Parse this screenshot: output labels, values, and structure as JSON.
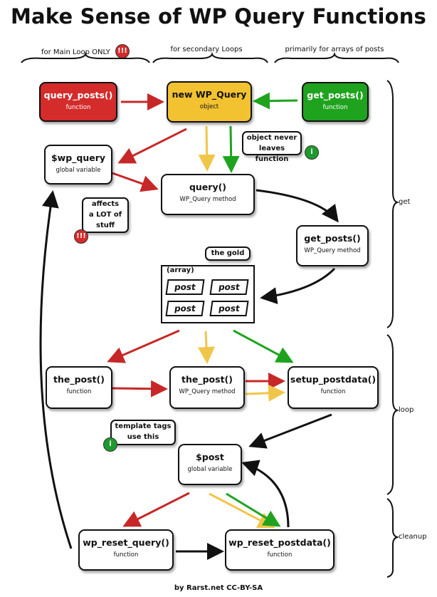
{
  "title": "Make Sense of WP Query Functions",
  "columns": {
    "main_loop": "for Main Loop ONLY",
    "secondary": "for secondary Loops",
    "arrays": "primarily for arrays of posts"
  },
  "badges": {
    "warning": "!!!",
    "info": "i"
  },
  "nodes": {
    "query_posts": {
      "title": "query_posts()",
      "sub": "function"
    },
    "new_wp_query": {
      "title": "new WP_Query",
      "sub": "object"
    },
    "get_posts_fn": {
      "title": "get_posts()",
      "sub": "function"
    },
    "wp_query_var": {
      "title": "$wp_query",
      "sub": "global variable"
    },
    "query_method": {
      "title": "query()",
      "sub": "WP_Query method"
    },
    "get_posts_method": {
      "title": "get_posts()",
      "sub": "WP_Query method"
    },
    "the_post_fn": {
      "title": "the_post()",
      "sub": "function"
    },
    "the_post_method": {
      "title": "the_post()",
      "sub": "WP_Query method"
    },
    "setup_postdata": {
      "title": "setup_postdata()",
      "sub": "function"
    },
    "post_var": {
      "title": "$post",
      "sub": "global variable"
    },
    "wp_reset_query": {
      "title": "wp_reset_query()",
      "sub": "function"
    },
    "wp_reset_postdata": {
      "title": "wp_reset_postdata()",
      "sub": "function"
    }
  },
  "notes": {
    "object_never": [
      "object never",
      "leaves function"
    ],
    "affects": [
      "affects",
      "a LOT of",
      "stuff"
    ],
    "gold": "the gold",
    "template_tags": [
      "template tags",
      "use this"
    ]
  },
  "array": {
    "label": "(array)",
    "items": [
      "post",
      "post",
      "post",
      "post"
    ]
  },
  "sections": {
    "get": "get",
    "loop": "loop",
    "cleanup": "cleanup"
  },
  "credit": "by Rarst.net CC-BY-SA",
  "colors": {
    "red": "#d42b2b",
    "yellow": "#f2c230",
    "green": "#1fa31f",
    "ink": "#111111"
  }
}
